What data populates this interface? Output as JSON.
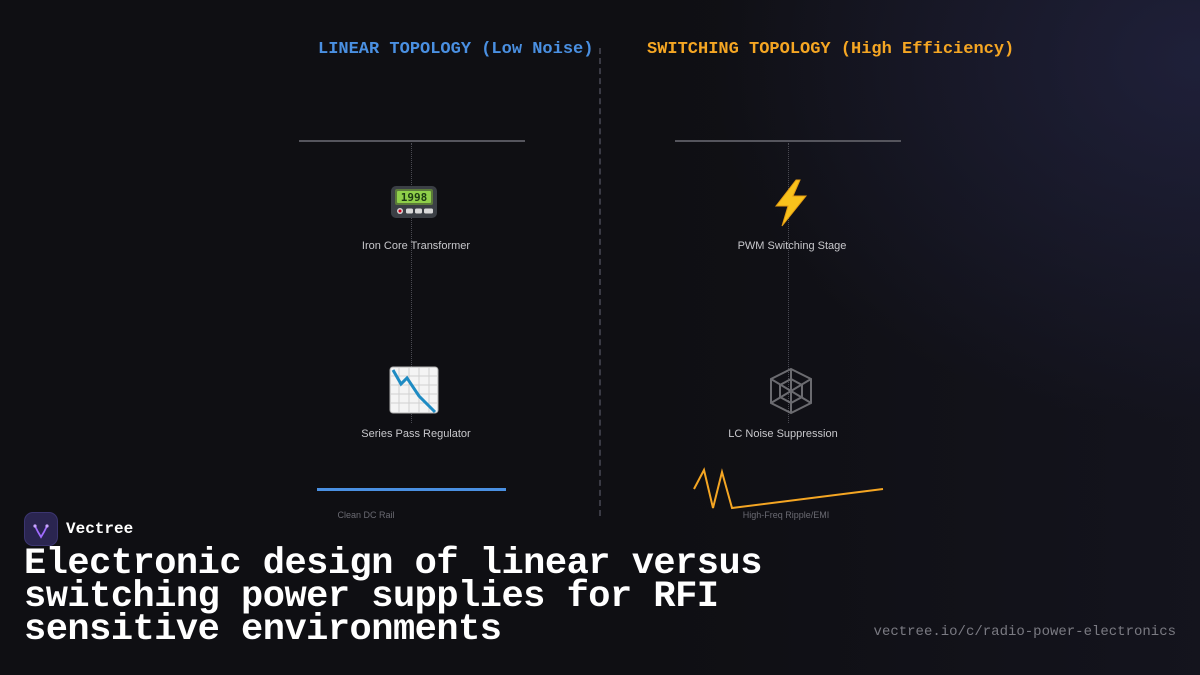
{
  "linear": {
    "heading": "LINEAR TOPOLOGY (Low Noise)",
    "color": "#4a90e2",
    "stages": [
      {
        "label": "Iron Core Transformer",
        "icon": "pager-icon"
      },
      {
        "label": "Series Pass Regulator",
        "icon": "chart-decreasing-icon"
      }
    ],
    "output_caption": "Clean DC Rail",
    "lcd_digits": "1998"
  },
  "switching": {
    "heading": "SWITCHING TOPOLOGY (High Efficiency)",
    "color": "#f5a623",
    "stages": [
      {
        "label": "PWM Switching Stage",
        "icon": "lightning-icon"
      },
      {
        "label": "LC Noise Suppression",
        "icon": "spider-web-icon"
      }
    ],
    "output_caption": "High-Freq Ripple/EMI"
  },
  "brand": {
    "name": "Vectree",
    "logo": "vectree-logo-icon"
  },
  "title": "Electronic design of linear versus switching power supplies for RFI sensitive environments",
  "url": "vectree.io/c/radio-power-electronics"
}
